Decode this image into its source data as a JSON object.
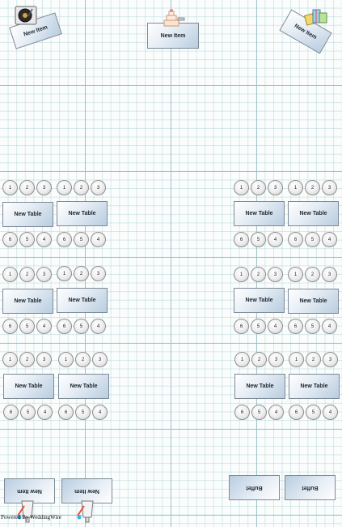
{
  "labels": {
    "new_table": "New Table",
    "new_item": "New Item",
    "buffet": "Buffet",
    "powered_by": "Powered By WeddingWire"
  },
  "seats": {
    "top": [
      "1",
      "2",
      "3"
    ],
    "bottom": [
      "6",
      "5",
      "4"
    ]
  },
  "icons": {
    "top_left": "dj-turntable-icon",
    "top_center": "wedding-cake-icon",
    "top_right": "gift-table-icon",
    "bottom_left": "cocktail-icon",
    "bottom_center_left": "cocktail-icon"
  },
  "colors": {
    "grid_major": "#96bec3",
    "grid_minor": "#afd2d6",
    "table_fill": "#b9cde0"
  }
}
